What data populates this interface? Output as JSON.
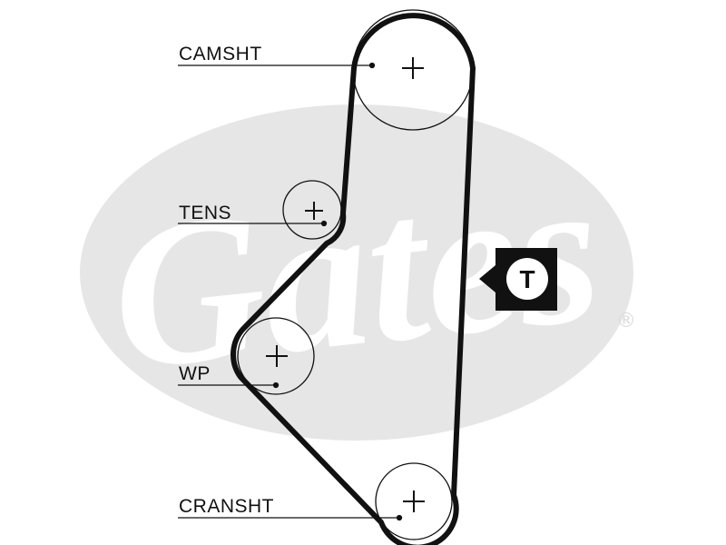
{
  "colors": {
    "background": "#ffffff",
    "watermark": "#e6e6e6",
    "watermark_text": "#ffffff",
    "line": "#111111"
  },
  "watermark": {
    "brand": "Gates",
    "registered": "®"
  },
  "labels": {
    "camshaft": "CAMSHT",
    "tensioner": "TENS",
    "water_pump": "WP",
    "crankshaft": "CRANSHT"
  },
  "marker": {
    "letter": "T"
  },
  "icons": {
    "center_mark": "plus-icon",
    "tension_marker": "t-marker-icon"
  }
}
